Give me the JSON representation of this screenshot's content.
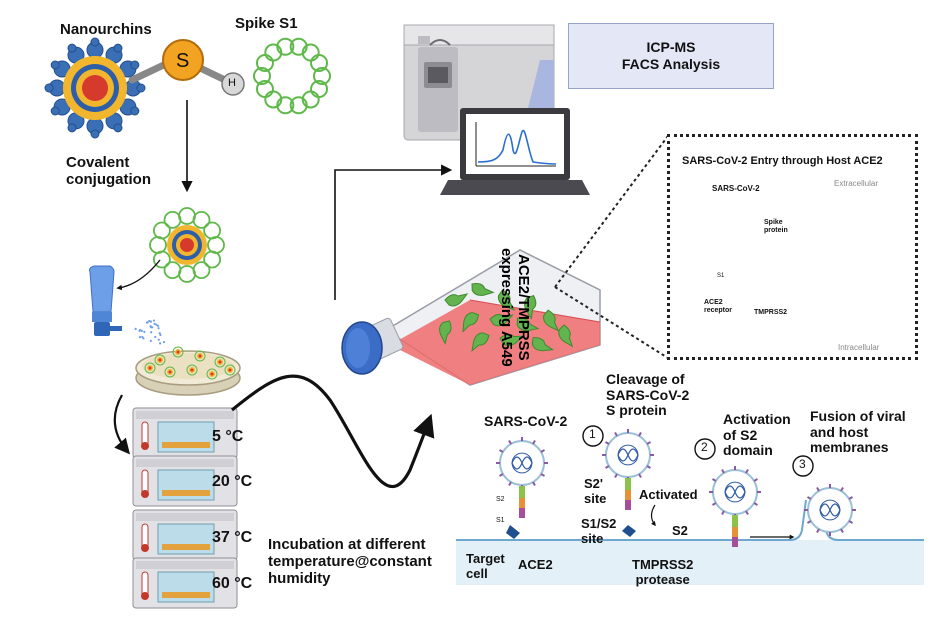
{
  "labels": {
    "nanourchins": "Nanourchins",
    "spike_s1": "Spike S1",
    "sulfur": "S",
    "hydrogen": "H",
    "covalent_conjugation": "Covalent\nconjugation",
    "icp_ms": "ICP-MS",
    "facs": "FACS Analysis",
    "a549": "ACE2/TMPRSS\nexpressing A549",
    "incubation": "Incubation at different\ntemperature@constant\nhumidity"
  },
  "incubators": [
    {
      "temp": "5 °C"
    },
    {
      "temp": "20 °C"
    },
    {
      "temp": "37 °C"
    },
    {
      "temp": "60 °C"
    }
  ],
  "inset": {
    "title": "SARS-CoV-2 Entry through Host ACE2",
    "extracellular": "Extracellular",
    "intracellular": "Intracellular",
    "virus": "SARS-CoV-2",
    "spike": "Spike\nprotein",
    "s1": "S1",
    "ace2": "ACE2\nreceptor",
    "tmprss2": "TMPRSS2"
  },
  "mechanism": {
    "sars_cov_2": "SARS-CoV-2",
    "step1_num": "1",
    "step1": "Cleavage of\nSARS-CoV-2\nS protein",
    "step2_num": "2",
    "step2": "Activation\nof S2\ndomain",
    "step3_num": "3",
    "step3": "Fusion of viral\nand host\nmembranes",
    "s2_left": "S2",
    "s1_left": "S1",
    "s2_prime_site": "S2'\nsite",
    "activated": "Activated",
    "s1_s2_site": "S1/S2\nsite",
    "s2_right": "S2",
    "target_cell": "Target\ncell",
    "ace2": "ACE2",
    "tmprss2": "TMPRSS2\nprotease"
  }
}
